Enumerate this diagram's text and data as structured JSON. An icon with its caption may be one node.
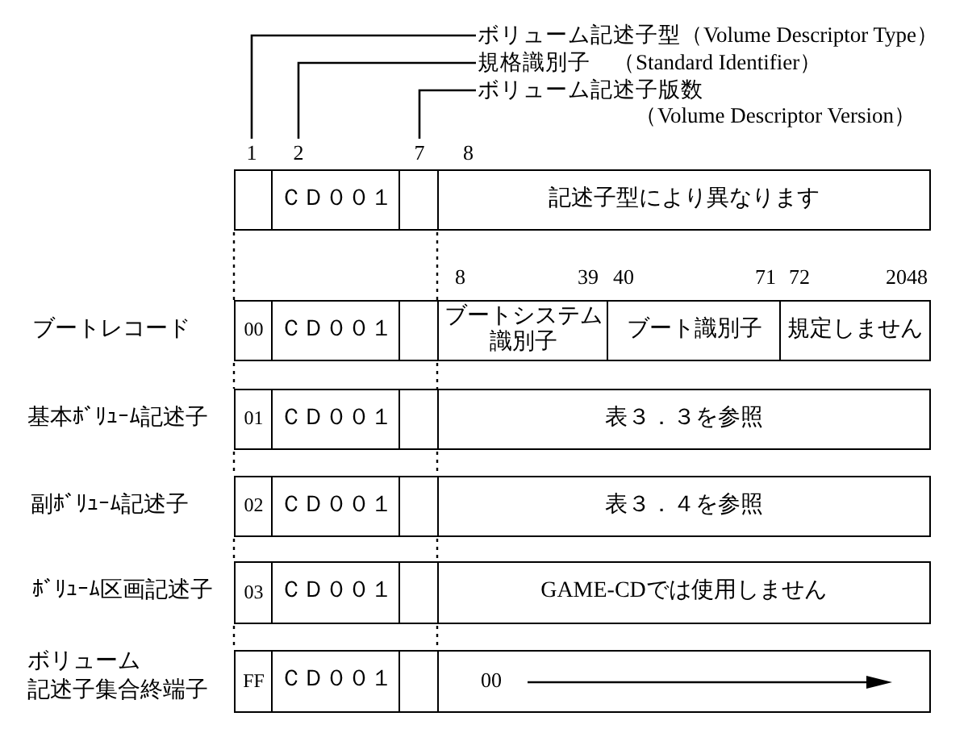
{
  "diagram": {
    "nodes": [
      {
        "text": [
          "ボリューム記述子型（Volume Descriptor Type）"
        ]
      },
      {
        "text": [
          "規格識別子　（Standard Identifier）"
        ]
      },
      {
        "text": [
          "ボリューム記述子版数（Volume Descriptor Version）"
        ]
      },
      {
        "text": [
          "1"
        ]
      },
      {
        "text": [
          "2"
        ]
      },
      {
        "text": [
          "7"
        ]
      },
      {
        "text": [],
        "shape": "box"
      },
      {
        "text": [
          "ＣＤ００１"
        ]
      },
      {
        "text": [],
        "shape": "box"
      },
      {
        "text": [
          "記述子型により異なります"
        ]
      },
      {
        "text": [
          "00"
        ]
      },
      {
        "text": [
          "ＣＤ００１"
        ]
      },
      {
        "text": [],
        "shape": "box"
      },
      {
        "text": [
          "ブートシステム識別子"
        ]
      },
      {
        "text": [
          "ブート識別子"
        ]
      },
      {
        "text": [
          "規定しません"
        ]
      },
      {
        "text": [
          "01"
        ]
      },
      {
        "text": [
          "ＣＤ００１"
        ]
      },
      {
        "text": [],
        "shape": "box"
      },
      {
        "text": [
          "表３．３を参照"
        ]
      },
      {
        "text": [
          "02"
        ]
      },
      {
        "text": [
          "ＣＤ００１"
        ]
      },
      {
        "text": [],
        "shape": "box"
      },
      {
        "text": [
          "表３．４を参照"
        ]
      },
      {
        "text": [
          "03"
        ]
      },
      {
        "text": [
          "ＣＤ００１"
        ]
      },
      {
        "text": [],
        "shape": "box"
      },
      {
        "text": [
          "GAME-CDでは使用しません"
        ]
      },
      {
        "text": [
          "FF"
        ]
      },
      {
        "text": [
          "ＣＤ００１"
        ]
      },
      {
        "text": [],
        "shape": "box"
      },
      {
        "text": [
          "00"
        ]
      }
    ],
    "edges": [
      {
        "from": 0,
        "to": 3,
        "arrow": "none"
      },
      {
        "from": 1,
        "to": 4,
        "arrow": "none"
      },
      {
        "from": 2,
        "to": 5,
        "arrow": "none"
      }
    ],
    "labels": [
      "8",
      "8",
      "39",
      "40",
      "71",
      "72",
      "2048",
      "ブートレコード",
      "基本ﾎﾞﾘｭｰﾑ記述子",
      "副ﾎﾞﾘｭｰﾑ記述子",
      "ﾎﾞﾘｭｰﾑ区画記述子",
      "ボリューム記述子集合終端子"
    ]
  }
}
